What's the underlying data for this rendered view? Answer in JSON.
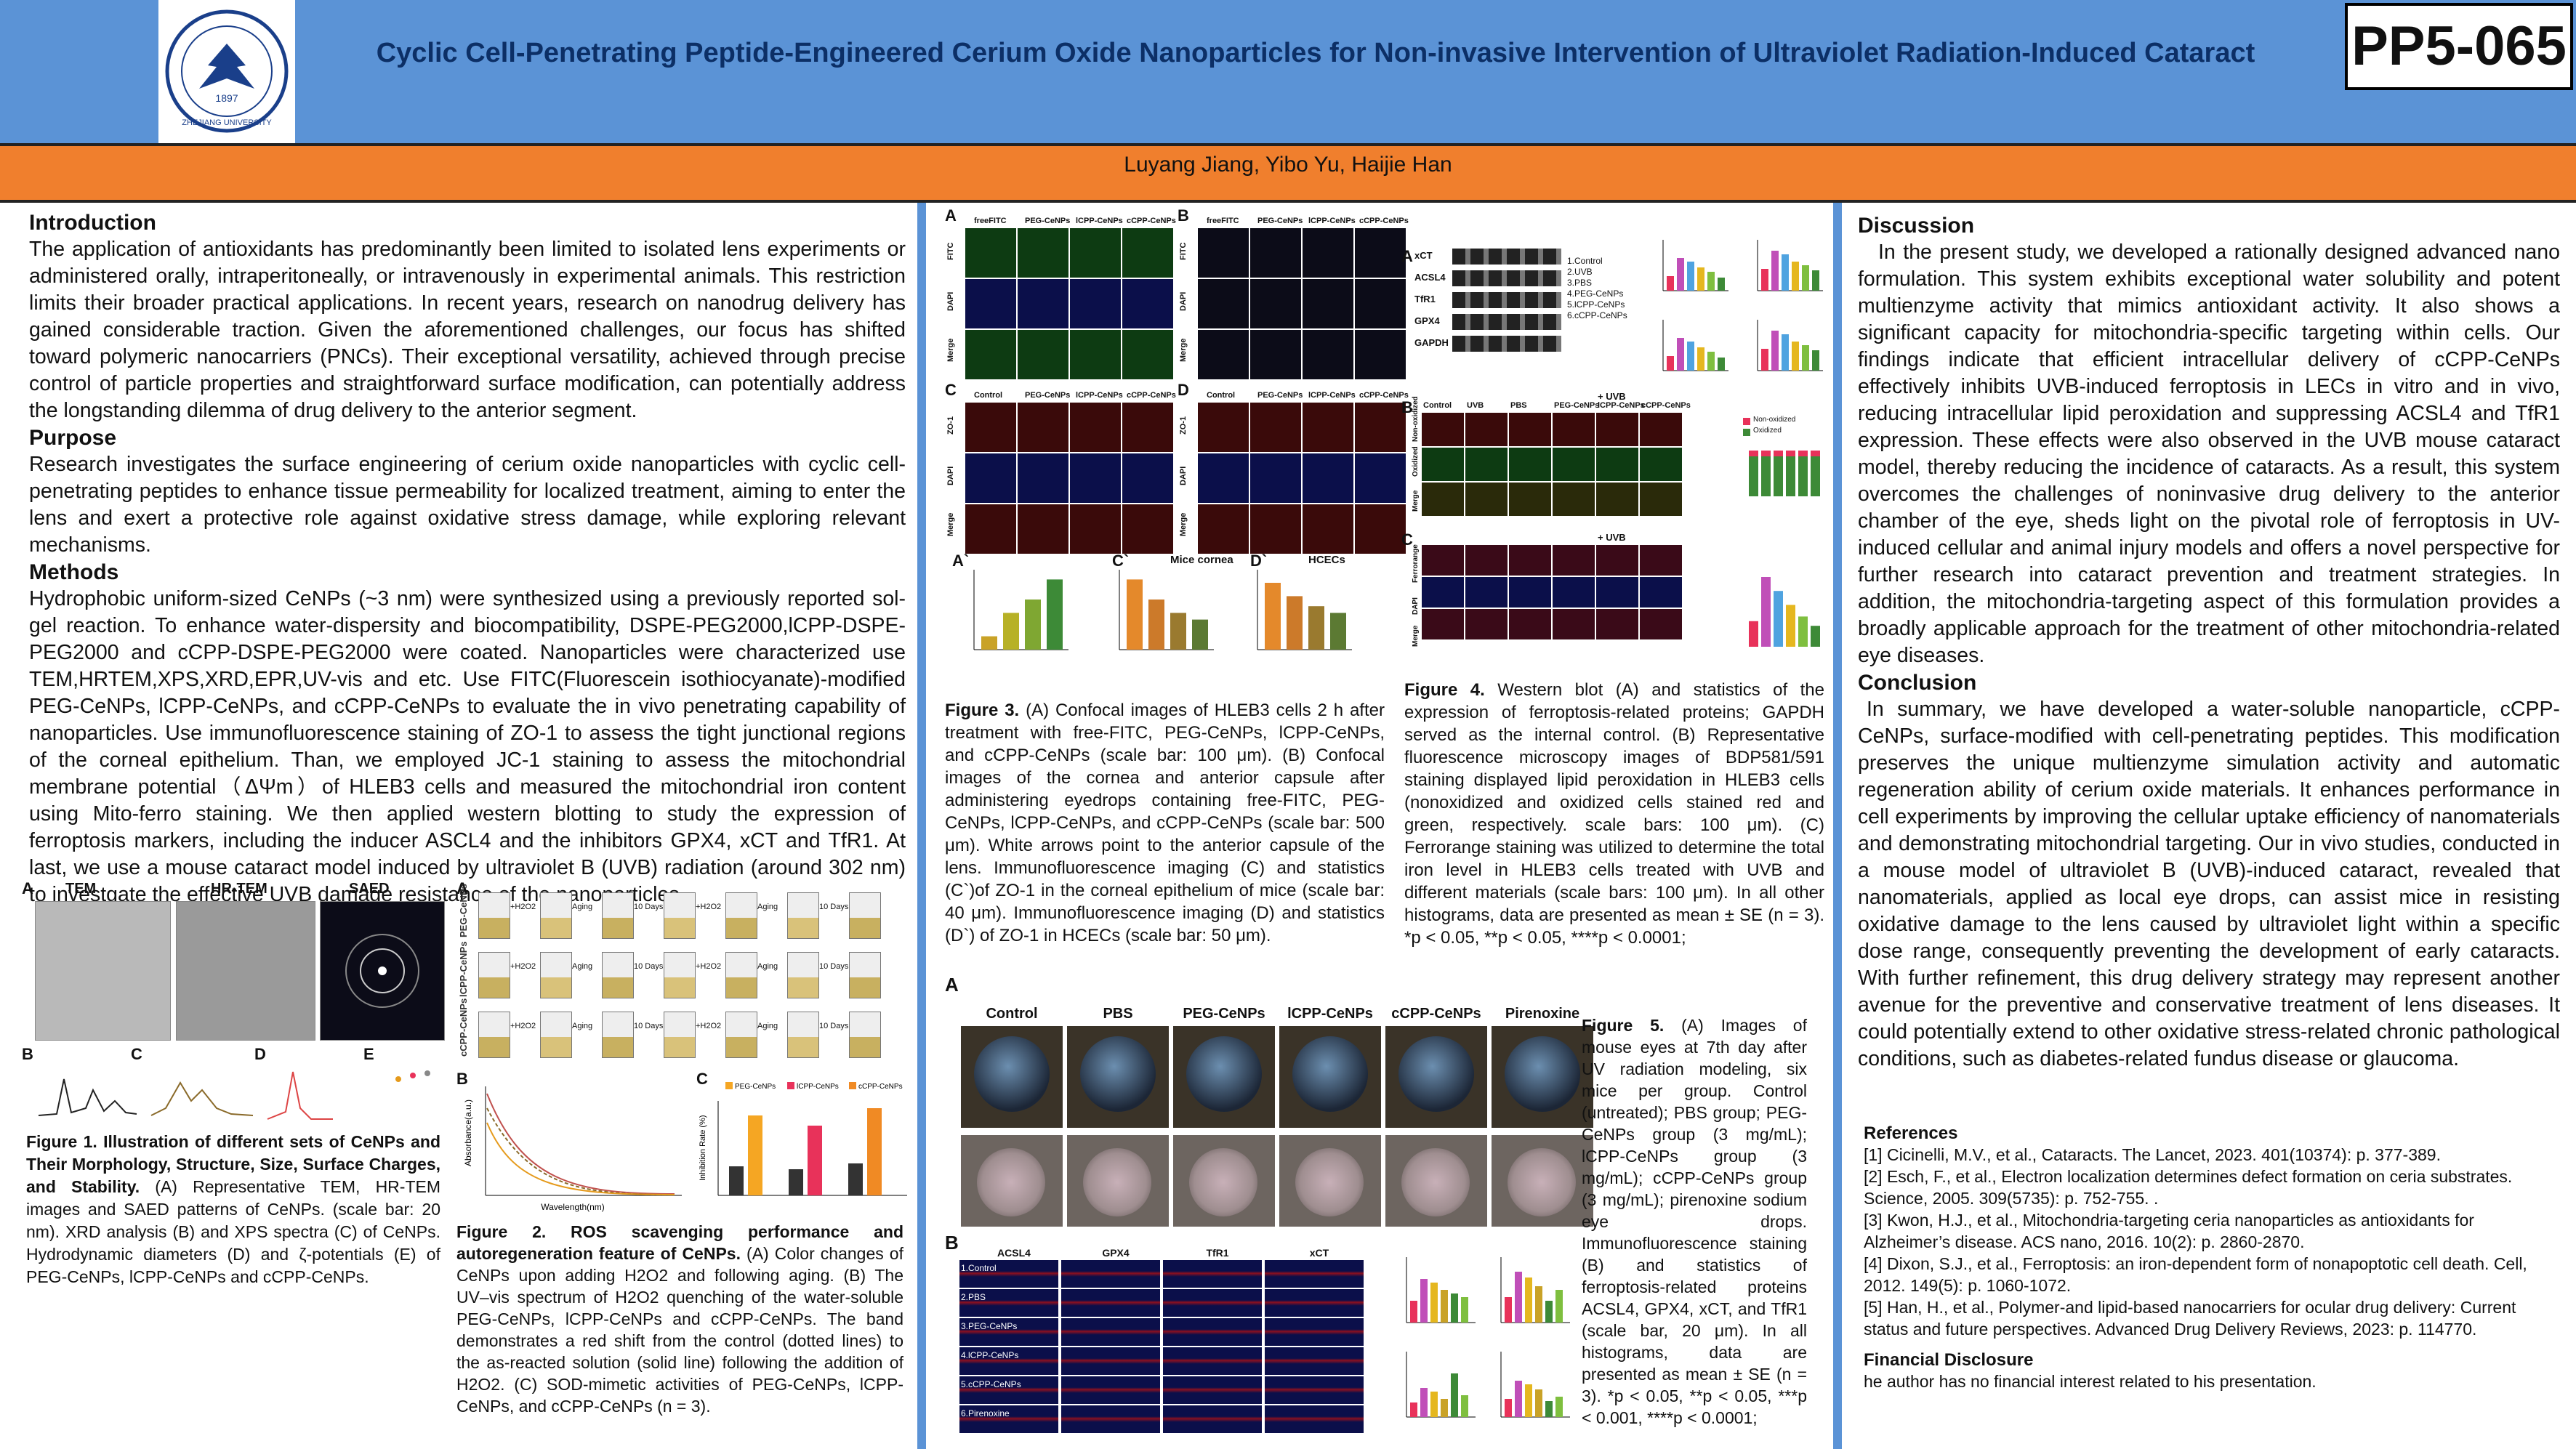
{
  "header": {
    "title": "Cyclic Cell-Penetrating Peptide-Engineered Cerium Oxide Nanoparticles for Non-invasive Intervention of Ultraviolet Radiation-Induced Cataract",
    "poster_id": "PP5-065",
    "authors": "Luyang Jiang, Yibo Yu, Haijie Han",
    "logo_year": "1897",
    "logo_text": "ZHEJIANG UNIVERSITY"
  },
  "introduction": {
    "heading": "Introduction",
    "text": "The application of antioxidants has predominantly been limited to isolated lens experiments or administered orally, intraperitoneally, or intravenously in experimental animals. This restriction limits their broader practical applications. In recent years, research on nanodrug delivery has gained considerable traction. Given the aforementioned challenges, our focus has shifted toward polymeric nanocarriers (PNCs). Their exceptional versatility, achieved through precise control of particle properties and straightforward surface modification, can potentially address the longstanding dilemma of drug delivery to the anterior segment."
  },
  "purpose": {
    "heading": "Purpose",
    "text": "Research investigates the surface engineering of cerium oxide nanoparticles with cyclic cell-penetrating peptides to enhance tissue permeability for localized treatment, aiming to enter the lens and exert a protective role against oxidative stress damage, while exploring relevant mechanisms."
  },
  "methods": {
    "heading": "Methods",
    "text": "Hydrophobic uniform-sized CeNPs (~3 nm) were synthesized using a previously reported sol-gel reaction. To enhance water-dispersity and biocompatibility, DSPE-PEG2000,lCPP-DSPE-PEG2000 and cCPP-DSPE-PEG2000 were coated. Nanoparticles were characterized use TEM,HRTEM,XPS,XRD,EPR,UV-vis and etc. Use FITC(Fluorescein isothiocyanate)-modified PEG-CeNPs, lCPP-CeNPs, and cCPP-CeNPs to evaluate the in vivo penetrating capability of nanoparticles. Use immunofluorescence staining of ZO-1 to assess the tight junctional regions of the corneal epithelium. Than, we employed JC-1 staining to assess the mitochondrial membrane potential（ΔΨm）of HLEB3 cells and measured the mitochondrial iron content using Mito-ferro staining. We then applied western blotting to study the expression of ferroptosis markers, including the inducer ASCL4 and the inhibitors GPX4, xCT and TfR1. At last, we use a mouse cataract model induced by ultraviolet B (UVB) radiation (around 302 nm) to investgate the effective UVB damage resistance of the nanoparticles."
  },
  "figure1": {
    "panel_titles": [
      "TEM",
      "HR-TEM",
      "SAED"
    ],
    "panel_letters": [
      "A",
      "B",
      "C",
      "D",
      "E"
    ],
    "caption_bold": "Figure 1. Illustration of different sets of CeNPs and Their Morphology, Structure, Size, Surface Charges, and Stability.",
    "caption": " (A) Representative TEM, HR-TEM images and SAED patterns of CeNPs. (scale bar: 20 nm). XRD analysis (B) and XPS spectra (C) of CeNPs. Hydrodynamic diameters (D) and ζ-potentials (E) of PEG-CeNPs, lCPP-CeNPs and cCPP-CeNPs."
  },
  "figure2": {
    "rows": [
      "PEG-CeNPs",
      "lCPP-CeNPs",
      "cCPP-CeNPs"
    ],
    "steps": [
      "+H2O2",
      "Aging",
      "10 Days",
      "+H2O2",
      "Aging",
      "10 Days",
      "+H2O2"
    ],
    "legend_c": [
      "PEG-CeNPs",
      "lCPP-CeNPs",
      "cCPP-CeNPs"
    ],
    "c_ylabel": "Inhibition Rate (%)",
    "b_xlabel": "Wavelength(nm)",
    "b_ylabel": "Absorbance(a.u.)",
    "caption_bold": "Figure 2. ROS scavenging performance and autoregeneration feature of CeNPs.",
    "caption": " (A) Color changes of CeNPs upon adding H2O2 and following aging. (B) The UV–vis spectrum of H2O2 quenching of the water-soluble PEG-CeNPs, lCPP-CeNPs and cCPP-CeNPs. The band demonstrates a red shift from the control (dotted lines) to the as-reacted solution (solid line) following the addition of H2O2. (C) SOD-mimetic activities of PEG-CeNPs, lCPP-CeNPs, and cCPP-CeNPs (n = 3)."
  },
  "figure3": {
    "cols_a": [
      "freeFITC",
      "PEG-CeNPs",
      "lCPP-CeNPs",
      "cCPP-CeNPs"
    ],
    "cols_c": [
      "Control",
      "PEG-CeNPs",
      "lCPP-CeNPs",
      "cCPP-CeNPs"
    ],
    "rows_a": [
      "FITC",
      "DAPI",
      "Merge"
    ],
    "rows_c": [
      "ZO-1",
      "DAPI",
      "Merge"
    ],
    "chart_titles": [
      "Mice cornea",
      "HCECs"
    ],
    "caption_bold": "Figure 3.",
    "caption": " (A) Confocal images of HLEB3 cells 2 h after treatment with free-FITC, PEG-CeNPs, lCPP-CeNPs, and cCPP-CeNPs (scale bar: 100 μm). (B) Confocal images of the cornea and anterior capsule after administering eyedrops containing free-FITC, PEG-CeNPs, lCPP-CeNPs, and cCPP-CeNPs (scale bar: 500 μm). White arrows point to the anterior capsule of the lens. Immunofluorescence imaging (C) and statistics (C`)of ZO-1 in the corneal epithelium of mice (scale bar: 40 μm). Immunofluorescence imaging (D) and statistics (D`) of ZO-1 in HCECs (scale bar: 50 μm)."
  },
  "figure4": {
    "blot_rows": [
      "xCT",
      "ACSL4",
      "TfR1",
      "GPX4",
      "GAPDH"
    ],
    "groups": [
      "1.Control",
      "2.UVB",
      "3.PBS",
      "4.PEG-CeNPs",
      "5.lCPP-CeNPs",
      "6.cCPP-CeNPs"
    ],
    "b_cols": [
      "Control",
      "UVB",
      "PBS",
      "PEG-CeNPs",
      "lCPP-CeNPs",
      "cCPP-CeNPs"
    ],
    "b_rows": [
      "Non-oxidized",
      "Oxidized",
      "Merge"
    ],
    "c_rows": [
      "Ferrorange",
      "DAPI",
      "Merge"
    ],
    "uvb_label": "+ UVB",
    "legend": [
      "Non-oxidized",
      "Oxidized"
    ],
    "caption_bold": "Figure 4.",
    "caption": " Western blot (A) and statistics of the expression of ferroptosis-related proteins; GAPDH served as the internal control. (B) Representative fluorescence microscopy images of BDP581/591 staining displayed lipid peroxidation in HLEB3 cells (nonoxidized and oxidized cells stained red and green, respectively. scale bars: 100 μm). (C) Ferrorange staining was utilized to determine the total iron level in HLEB3 cells treated with UVB and different materials (scale bars: 100 μm). In all other histograms, data are presented as mean ± SE (n = 3). *p < 0.05, **p < 0.05, ****p < 0.0001;"
  },
  "figure5": {
    "columns": [
      "Control",
      "PBS",
      "PEG-CeNPs",
      "lCPP-CeNPs",
      "cCPP-CeNPs",
      "Pirenoxine"
    ],
    "stain_cols": [
      "ACSL4",
      "GPX4",
      "TfR1",
      "xCT"
    ],
    "stain_rows": [
      "1.Control",
      "2.PBS",
      "3.PEG-CeNPs",
      "4.lCPP-CeNPs",
      "5.cCPP-CeNPs",
      "6.Pirenoxine"
    ],
    "caption_bold": "Figure 5.",
    "caption": " (A) Images of mouse eyes at 7th day after UV radiation modeling, six mice per group. Control (untreated); PBS group; PEG-CeNPs group (3 mg/mL); lCPP-CeNPs group (3 mg/mL); cCPP-CeNPs group (3 mg/mL); pirenoxine sodium eye drops. Immunofluorescence staining (B) and statistics of ferroptosis-related proteins ACSL4, GPX4, xCT, and TfR1 (scale bar, 20 μm). In all histograms, data are presented as mean ± SE (n = 3). *p < 0.05, **p < 0.05, ***p < 0.001, ****p < 0.0001;"
  },
  "discussion": {
    "heading": "Discussion",
    "text": "In the present study, we developed a rationally designed advanced nano formulation. This system exhibits exceptional water solubility and potent multienzyme activity that mimics antioxidant activity. It also shows a significant capacity for mitochondria-specific targeting within cells. Our findings indicate that efficient intracellular delivery of cCPP-CeNPs effectively inhibits UVB-induced ferroptosis in LECs in vitro and in vivo, reducing intracellular lipid peroxidation and suppressing ACSL4 and TfR1 expression. These effects were also observed in the UVB mouse cataract model, thereby reducing the incidence of cataracts. As a result, this system overcomes the challenges of noninvasive drug delivery to the anterior chamber of the eye, sheds light on the pivotal role of ferroptosis in UV-induced cellular and animal injury models and offers a novel perspective for further research into cataract prevention and treatment strategies. In addition, the mitochondria-targeting aspect of this formulation provides a broadly applicable approach for the treatment of other mitochondria-related eye diseases."
  },
  "conclusion": {
    "heading": "Conclusion",
    "text": "In summary, we have developed a water-soluble nanoparticle, cCPP-CeNPs, surface-modified with cell-penetrating peptides. This modification preserves the unique multienzyme simulation activity and automatic regeneration ability of cerium oxide materials. It enhances performance in cell experiments by improving the cellular uptake efficiency of nanomaterials and demonstrating mitochondrial targeting. Our in vivo studies, conducted in a mouse model of ultraviolet B (UVB)-induced cataract, revealed that nanomaterials, applied as local eye drops, can assist mice in resisting oxidative damage to the lens caused by ultraviolet light within a specific dose range, consequently preventing the development of early cataracts. With further refinement, this drug delivery strategy may represent another avenue for the preventive and conservative treatment of lens diseases. It could potentially extend to other oxidative stress-related chronic pathological conditions, such as diabetes-related fundus disease or glaucoma."
  },
  "references": {
    "heading": "References",
    "items": [
      "[1] Cicinelli, M.V., et al., Cataracts. The Lancet, 2023. 401(10374): p. 377-389.",
      "[2] Esch, F., et al., Electron localization determines defect formation on ceria substrates. Science, 2005. 309(5735): p. 752-755. .",
      "[3] Kwon, H.J., et al., Mitochondria-targeting ceria nanoparticles as antioxidants for Alzheimer’s disease. ACS nano, 2016. 10(2): p. 2860-2870.",
      "[4] Dixon, S.J., et al., Ferroptosis: an iron-dependent form of nonapoptotic cell death. Cell, 2012. 149(5): p. 1060-1072.",
      "[5] Han, H., et al., Polymer-and lipid-based nanocarriers for ocular drug delivery: Current status and future perspectives. Advanced Drug Delivery Reviews, 2023: p. 114770."
    ]
  },
  "disclosure": {
    "heading": "Financial Disclosure",
    "text": "he author has no financial interest related to his presentation."
  },
  "colors": {
    "header_blue": "#5b93d6",
    "author_orange": "#f07f2d",
    "title_navy": "#0c2f66",
    "peg": "#f5a623",
    "lcpp": "#e8325a",
    "ccpp": "#f08a24"
  }
}
